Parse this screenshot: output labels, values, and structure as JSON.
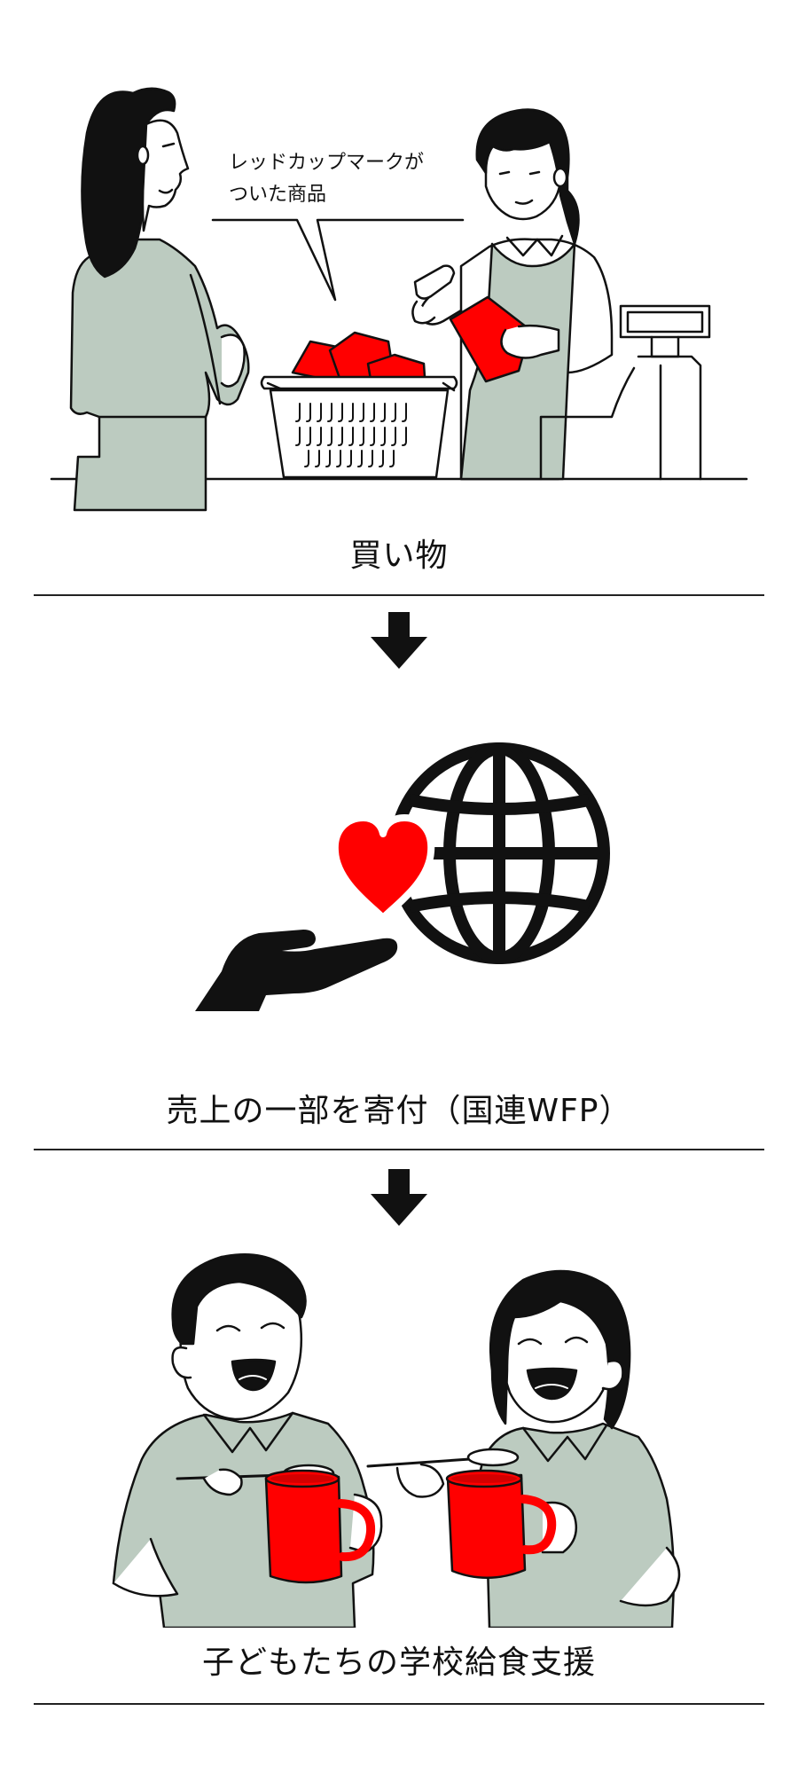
{
  "colors": {
    "accent_red": "#ff0000",
    "sage_green": "#bccbc0",
    "line": "#111111"
  },
  "step1": {
    "speech_line1": "レッドカップマークが",
    "speech_line2": "ついた商品",
    "caption": "買い物"
  },
  "step2": {
    "caption": "売上の一部を寄付（国連WFP）",
    "icons": [
      "hand-icon",
      "heart-icon",
      "globe-icon"
    ]
  },
  "step3": {
    "caption": "子どもたちの学校給食支援"
  },
  "arrows": [
    "arrow-down-icon",
    "arrow-down-icon"
  ]
}
